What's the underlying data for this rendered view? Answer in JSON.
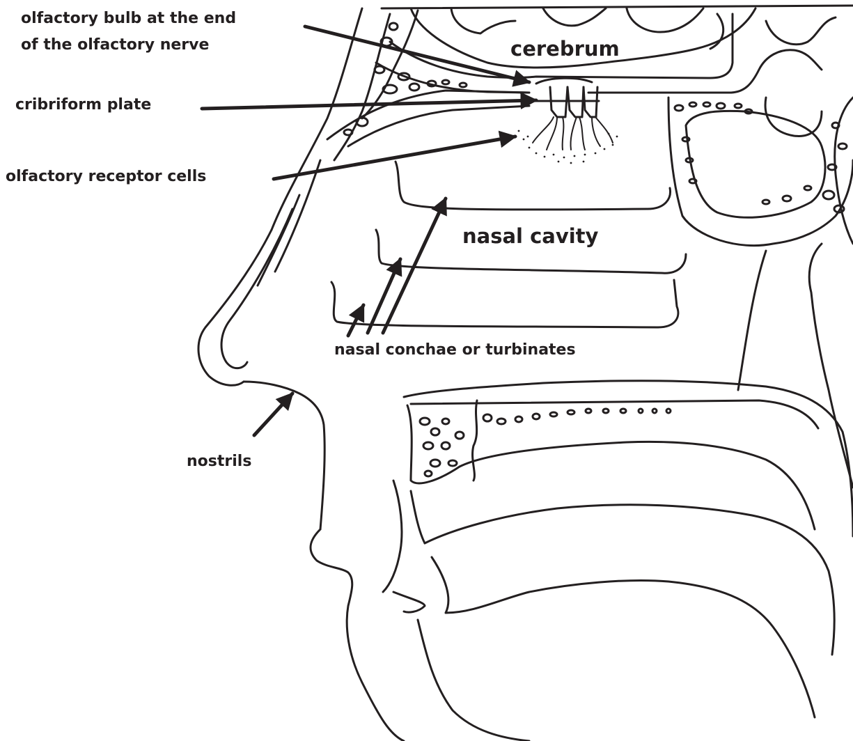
{
  "labels": {
    "olfactory_bulb_line1": "olfactory bulb at the end",
    "olfactory_bulb_line2": "of the olfactory nerve",
    "cribriform_plate": "cribriform plate",
    "olfactory_receptor_cells": "olfactory receptor cells",
    "cerebrum": "cerebrum",
    "nasal_cavity": "nasal cavity",
    "nasal_conchae": "nasal conchae or turbinates",
    "nostrils": "nostrils"
  },
  "colors": {
    "ink": "#231f20",
    "background": "#ffffff"
  }
}
